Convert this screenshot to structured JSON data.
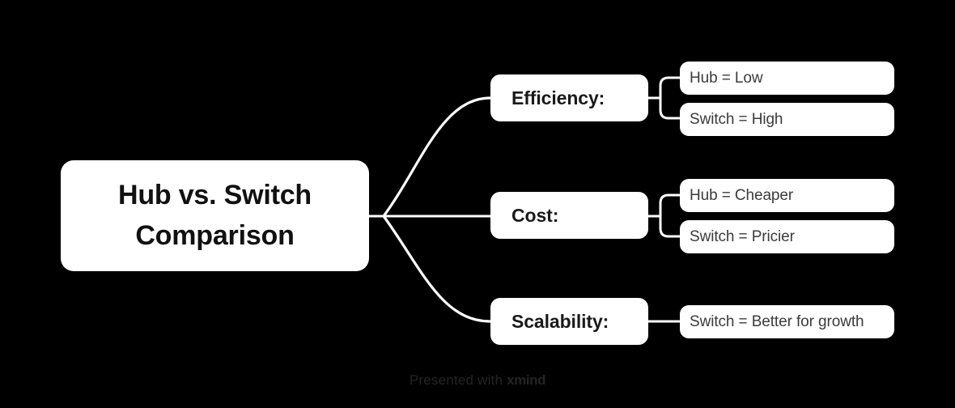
{
  "canvas": {
    "background": "#000000",
    "node_fill": "#ffffff",
    "connector_color": "#ffffff"
  },
  "mindmap": {
    "root": {
      "label": "Hub vs. Switch Comparison",
      "line1": "Hub vs. Switch",
      "line2": "Comparison"
    },
    "branches": [
      {
        "label": "Efficiency:",
        "children": [
          {
            "label": "Hub = Low"
          },
          {
            "label": "Switch = High"
          }
        ]
      },
      {
        "label": "Cost:",
        "children": [
          {
            "label": "Hub = Cheaper"
          },
          {
            "label": "Switch = Pricier"
          }
        ]
      },
      {
        "label": "Scalability:",
        "children": [
          {
            "label": "Switch = Better for growth"
          }
        ]
      }
    ]
  },
  "footer": {
    "prefix": "Presented with ",
    "brand": "xmind"
  }
}
